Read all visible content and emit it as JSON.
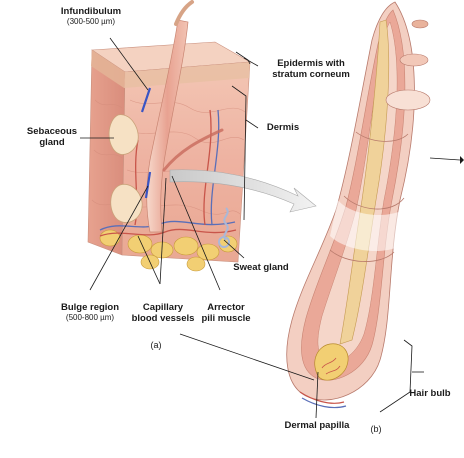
{
  "labels": {
    "infundibulum": "Infundibulum",
    "infundibulum_size": "(300-500 µm)",
    "epidermis_line1": "Epidermis with",
    "epidermis_line2": "stratum corneum",
    "sebaceous_line1": "Sebaceous",
    "sebaceous_line2": "gland",
    "dermis": "Dermis",
    "sweat_gland": "Sweat gland",
    "bulge_line1": "Bulge region",
    "bulge_size": "(500-800 µm)",
    "capillary_line1": "Capillary",
    "capillary_line2": "blood vessels",
    "arrector_line1": "Arrector",
    "arrector_line2": "pili muscle",
    "panel_a": "(a)",
    "hair_bulb": "Hair bulb",
    "panel_b": "(b)",
    "dermal_papilla": "Dermal papilla"
  },
  "colors": {
    "skin_pink": "#efb6a6",
    "skin_light": "#f7d7cb",
    "epidermis_tan": "#e9c3a6",
    "fat_yellow": "#f2cf73",
    "follicle_pink": "#e6958a",
    "vessel_blue": "#5a6fb8",
    "vessel_red": "#c8554a",
    "callout_blue": "#3a54c4"
  }
}
